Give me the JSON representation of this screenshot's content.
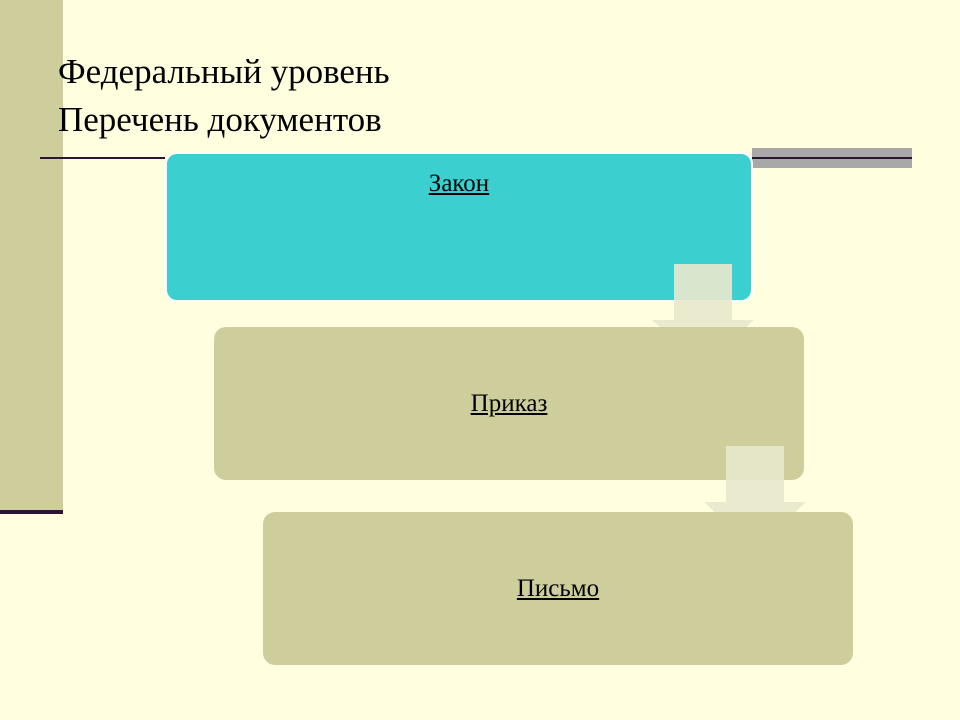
{
  "title": {
    "line1": "Федеральный уровень",
    "line2": "Перечень документов"
  },
  "diagram": {
    "steps": [
      {
        "label": "Закон",
        "color": "#3ccfcf"
      },
      {
        "label": "Приказ",
        "color": "#cece9c"
      },
      {
        "label": "Письмо",
        "color": "#cece9c"
      }
    ],
    "arrow_color": "#e8e8cc",
    "accent_dark": "#2e1433"
  },
  "colors": {
    "background": "#ffffe0",
    "side_band": "#cece9c",
    "gray_rule": "#a8a8a8"
  }
}
